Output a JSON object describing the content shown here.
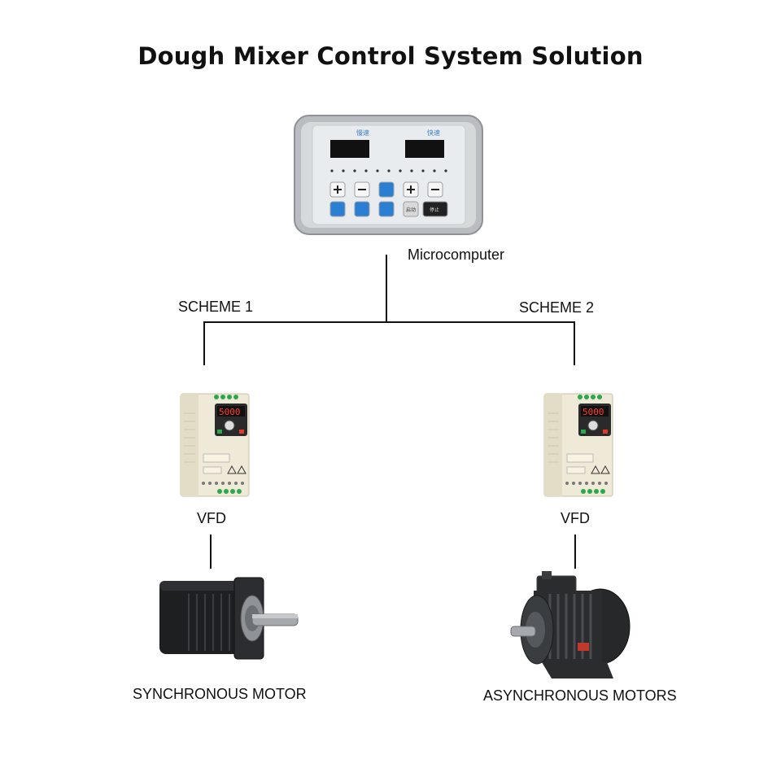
{
  "title": "Dough Mixer Control System Solution",
  "controller": {
    "label": "Microcomputer",
    "panel_left_caption": "慢速",
    "panel_right_caption": "快速",
    "start_key_label": "启动",
    "stop_key_label": "停止"
  },
  "schemes": [
    {
      "scheme_label": "SCHEME 1",
      "drive_label": "VFD",
      "drive_display": "5000",
      "motor_label": "SYNCHRONOUS MOTOR",
      "motor_type": "servo-motor-icon"
    },
    {
      "scheme_label": "SCHEME 2",
      "drive_label": "VFD",
      "drive_display": "5000",
      "motor_label": "ASYNCHRONOUS MOTORS",
      "motor_type": "induction-motor-icon"
    }
  ],
  "colors": {
    "line": "#111111",
    "panel_frame": "#b9bcc0",
    "panel_face": "#e9ecef",
    "key_blue": "#2b7fd2",
    "vfd_body": "#efe9d8",
    "vfd_display_red": "#ff3b2f",
    "motor_dark": "#222426"
  }
}
